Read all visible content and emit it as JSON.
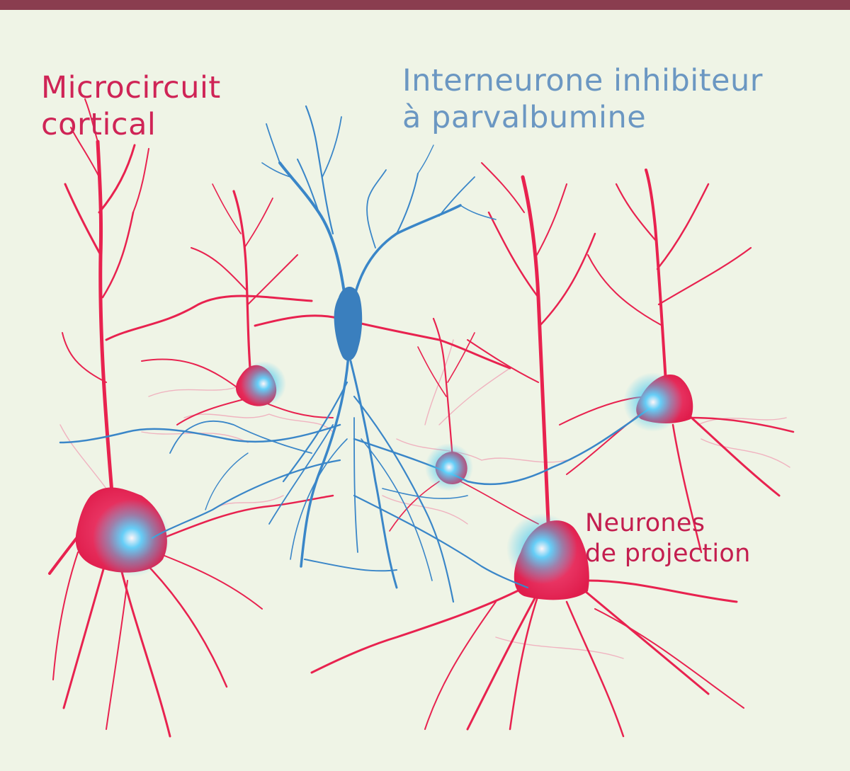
{
  "labels": {
    "microcircuit_line1": "Microcircuit",
    "microcircuit_line2": "cortical",
    "interneuron_line1": "Interneurone inhibiteur",
    "interneuron_line2": "à parvalbumine",
    "projection_line1": "Neurones",
    "projection_line2": "de projection"
  },
  "colors": {
    "background": "#eff4e6",
    "top_bar": "#8a3d4f",
    "projection_neuron": "#e8224f",
    "interneuron": "#3a86c8",
    "glow": "#44c8f0",
    "label_red": "#cf2456",
    "label_blue": "#6b97c2"
  }
}
